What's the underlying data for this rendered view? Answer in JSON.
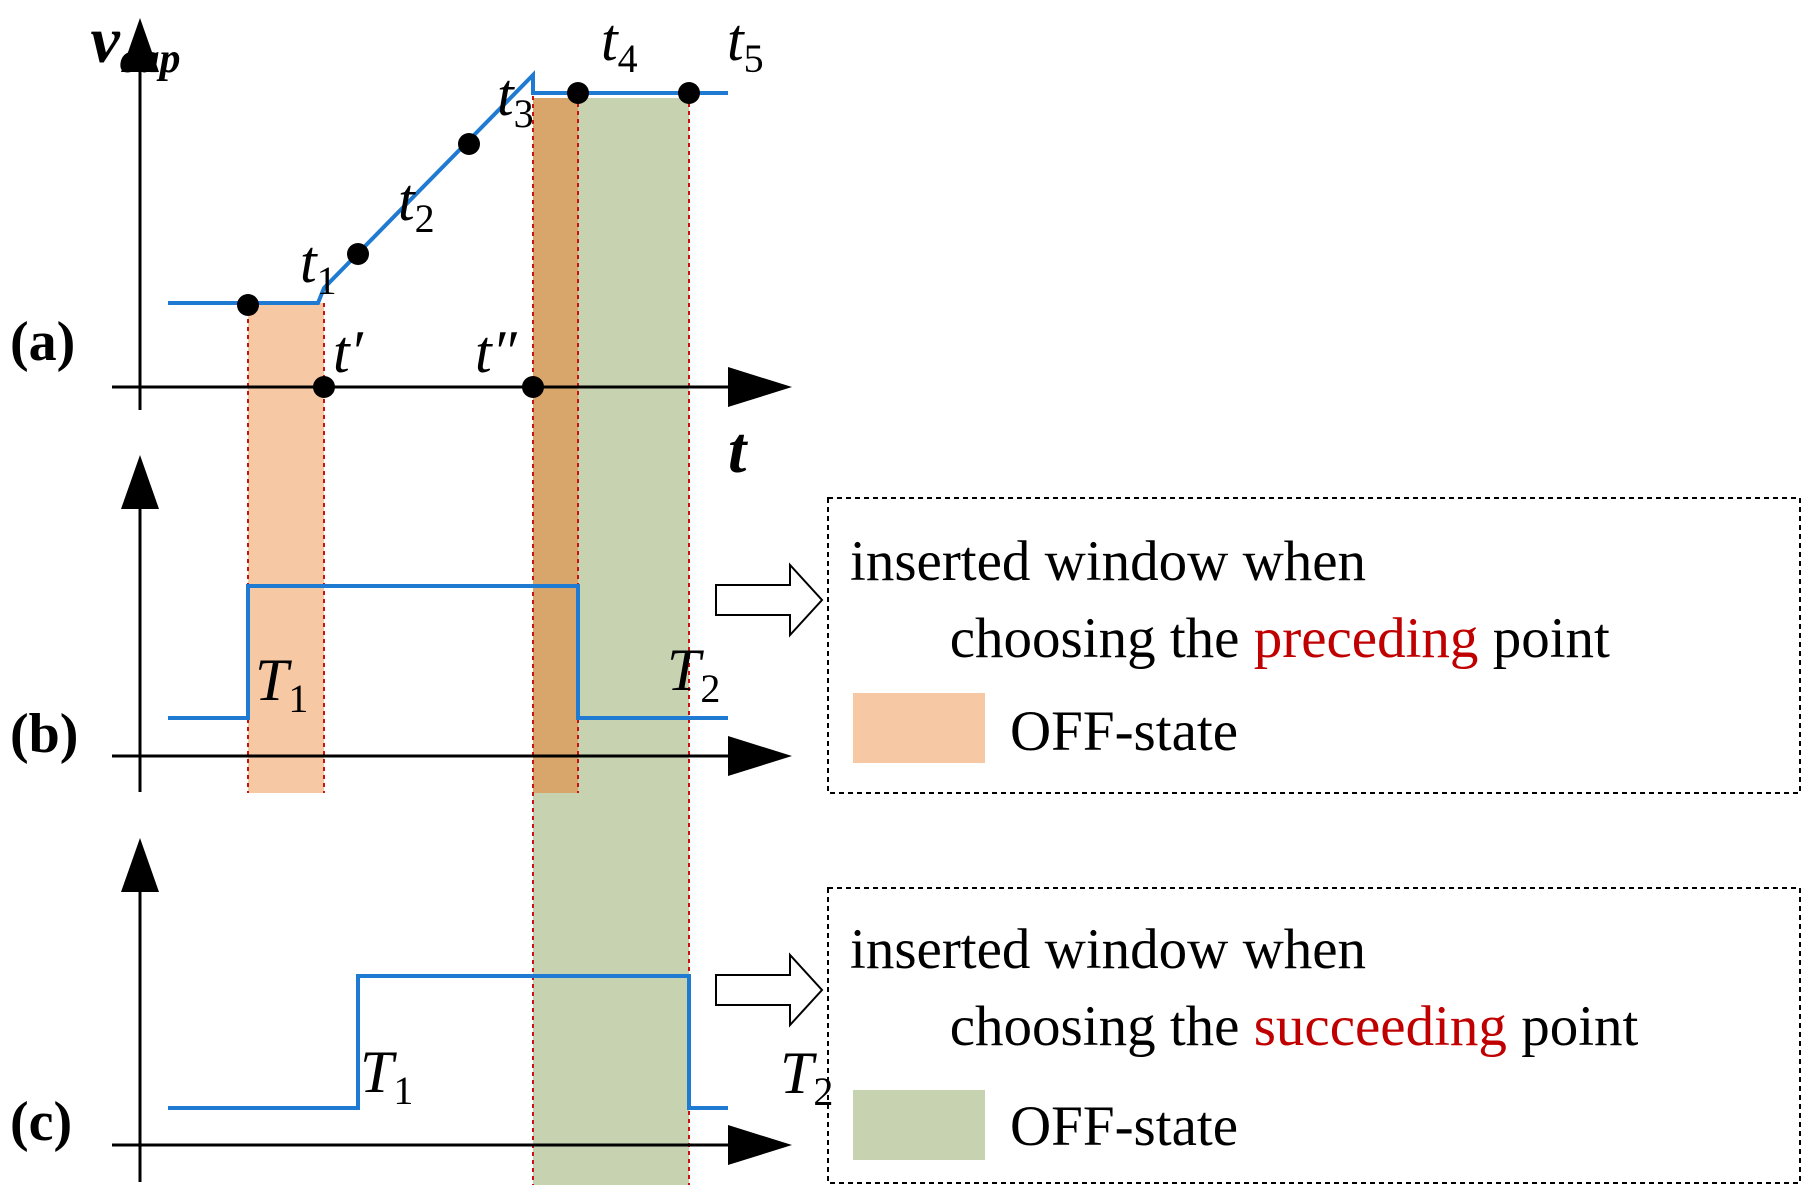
{
  "colors": {
    "signal": "#1f7ad1",
    "axis": "#000000",
    "offstate_preceding": "#f6c8a4",
    "offstate_succeeding": "#c6d2b0",
    "overlap": "#d8a66a",
    "marker_line": "#cc1111",
    "emphasis": "#c00000",
    "dot": "#000000"
  },
  "panel_a": {
    "label": "(a)",
    "y_axis_label": {
      "main": "v",
      "sub": "cap"
    },
    "x_axis_label": "t",
    "points": [
      {
        "main": "t",
        "sub": "1"
      },
      {
        "main": "t",
        "sub": "2"
      },
      {
        "main": "t",
        "sub": "3"
      },
      {
        "main": "t",
        "sub": "4"
      },
      {
        "main": "t",
        "sub": "5"
      }
    ],
    "crossings": [
      "t′",
      "t″"
    ]
  },
  "panel_b": {
    "label": "(b)",
    "t1_label": {
      "main": "T",
      "sub": "1"
    },
    "t2_label": {
      "main": "T",
      "sub": "2"
    }
  },
  "panel_c": {
    "label": "(c)",
    "t1_label": {
      "main": "T",
      "sub": "1"
    },
    "t2_label": {
      "main": "T",
      "sub": "2"
    }
  },
  "legend_preceding": {
    "line1": "inserted window when",
    "line2_prefix": "choosing the ",
    "line2_emphasis": "preceding",
    "line2_suffix": " point",
    "swatch_label": "OFF-state"
  },
  "legend_succeeding": {
    "line1": "inserted window when",
    "line2_prefix": "choosing the ",
    "line2_emphasis": "succeeding",
    "line2_suffix": " point",
    "swatch_label": "OFF-state"
  }
}
